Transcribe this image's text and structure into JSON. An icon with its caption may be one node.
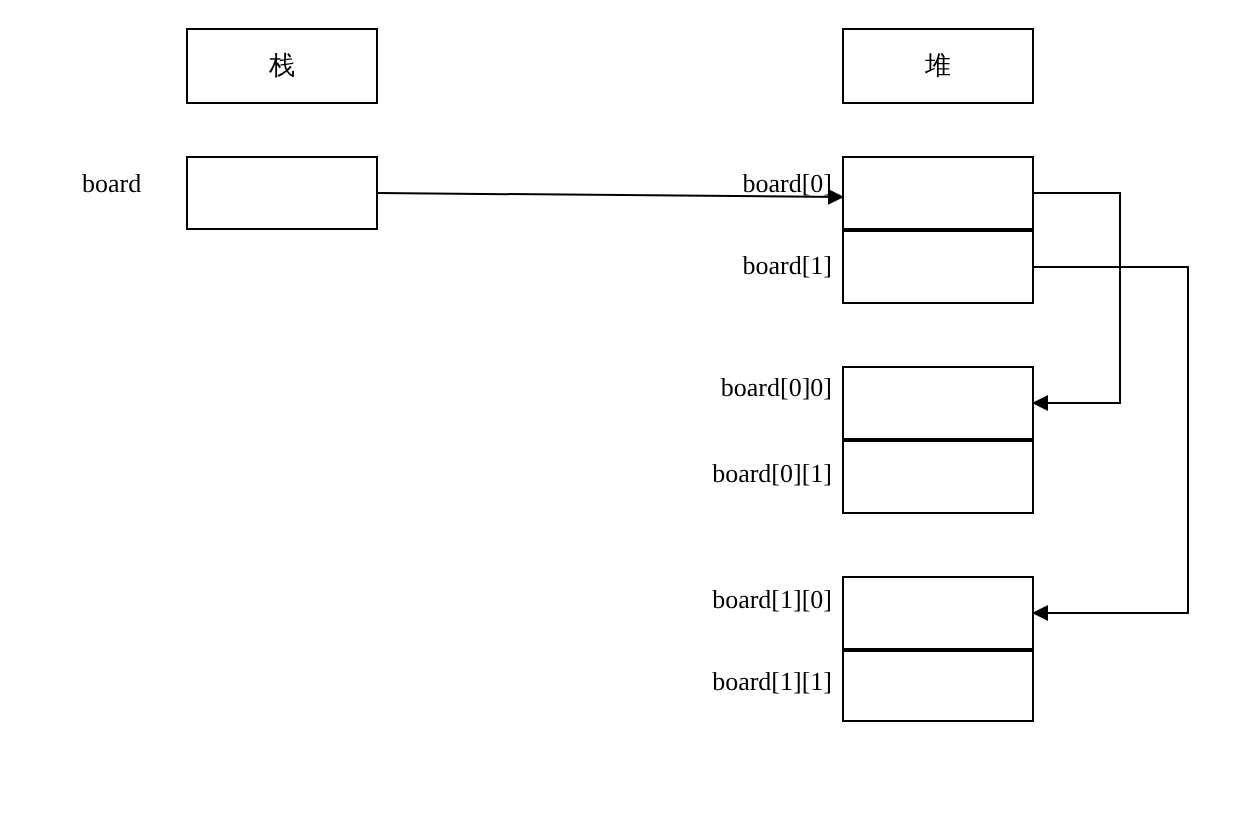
{
  "diagram": {
    "nodes": [
      {
        "text": [
          "栈"
        ]
      },
      {
        "text": [
          "堆"
        ]
      },
      {
        "text": [],
        "shape": "box",
        "beside": [
          "board"
        ]
      },
      {
        "text": [],
        "shape": "box",
        "beside": [
          "board[0]"
        ]
      },
      {
        "text": [],
        "shape": "box",
        "beside": [
          "board[1]"
        ]
      },
      {
        "text": [],
        "shape": "box",
        "beside": [
          "board[0]0]"
        ]
      },
      {
        "text": [],
        "shape": "box",
        "beside": [
          "board[0][1]"
        ]
      },
      {
        "text": [],
        "shape": "box",
        "beside": [
          "board[1][0]"
        ]
      },
      {
        "text": [],
        "shape": "box",
        "beside": [
          "board[1][1]"
        ]
      }
    ],
    "edges": [
      {
        "from": 2,
        "to": 3,
        "arrow": "to"
      },
      {
        "from": 3,
        "to": 5,
        "arrow": "to"
      },
      {
        "from": 4,
        "to": 7,
        "arrow": "to"
      }
    ]
  }
}
